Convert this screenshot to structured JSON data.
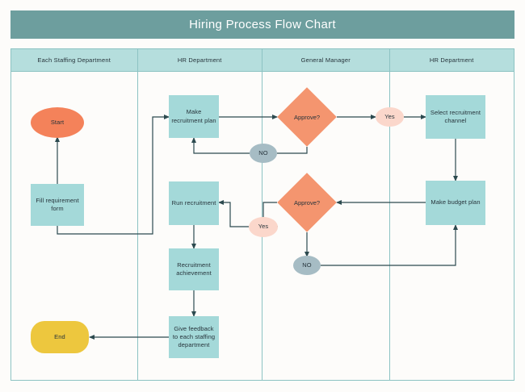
{
  "title": {
    "text": "Hiring Process Flow Chart",
    "band_color": "#6d9e9e",
    "text_color": "#ffffff"
  },
  "lanes": [
    {
      "id": "lane-staffing",
      "label": "Each Staffing Department"
    },
    {
      "id": "lane-hr-1",
      "label": "HR Department"
    },
    {
      "id": "lane-gm",
      "label": "General Manager"
    },
    {
      "id": "lane-hr-2",
      "label": "HR Department"
    }
  ],
  "palette": {
    "lane_header_fill": "#b5dedd",
    "lane_border": "#8dc3c3",
    "process_fill": "#a4d9d9",
    "start_fill": "#f4825a",
    "end_fill": "#edc73e",
    "decision_fill": "#f4956f",
    "yes_fill": "#fbd7cb",
    "no_fill": "#a6bcc4",
    "connector": "#2c4a4f",
    "canvas": "#fdfcfa",
    "label_text": "#26333a"
  },
  "nodes": [
    {
      "id": "start",
      "type": "terminator",
      "label": "Start",
      "lane": "lane-staffing"
    },
    {
      "id": "fill-form",
      "type": "process",
      "label": "Fill requirement form",
      "lane": "lane-staffing"
    },
    {
      "id": "end",
      "type": "terminator",
      "label": "End",
      "lane": "lane-staffing"
    },
    {
      "id": "make-plan",
      "type": "process",
      "label": "Make recruitment plan",
      "lane": "lane-hr-1"
    },
    {
      "id": "run-recruit",
      "type": "process",
      "label": "Run recruitment",
      "lane": "lane-hr-1"
    },
    {
      "id": "achievement",
      "type": "process",
      "label": "Recruitment achievement",
      "lane": "lane-hr-1"
    },
    {
      "id": "feedback",
      "type": "process",
      "label": "Give feedback to each staffing department",
      "lane": "lane-hr-1"
    },
    {
      "id": "approve-1",
      "type": "decision",
      "label": "Approve?",
      "lane": "lane-gm"
    },
    {
      "id": "approve-2",
      "type": "decision",
      "label": "Approve?",
      "lane": "lane-gm"
    },
    {
      "id": "no-1",
      "type": "connector-label",
      "label": "NO",
      "lane": "lane-hr-1"
    },
    {
      "id": "no-2",
      "type": "connector-label",
      "label": "NO",
      "lane": "lane-gm"
    },
    {
      "id": "yes-1",
      "type": "connector-label",
      "label": "Yes",
      "lane": "lane-gm"
    },
    {
      "id": "yes-2",
      "type": "connector-label",
      "label": "Yes",
      "lane": "lane-hr-1"
    },
    {
      "id": "select-chan",
      "type": "process",
      "label": "Select recruitment channel",
      "lane": "lane-hr-2"
    },
    {
      "id": "budget-plan",
      "type": "process",
      "label": "Make budget plan",
      "lane": "lane-hr-2"
    }
  ],
  "edges": [
    {
      "from": "fill-form",
      "to": "start"
    },
    {
      "from": "fill-form",
      "to": "make-plan"
    },
    {
      "from": "make-plan",
      "to": "approve-1"
    },
    {
      "from": "approve-1",
      "to": "select-chan",
      "label": "Yes"
    },
    {
      "from": "approve-1",
      "to": "make-plan",
      "label": "NO"
    },
    {
      "from": "select-chan",
      "to": "budget-plan"
    },
    {
      "from": "budget-plan",
      "to": "approve-2"
    },
    {
      "from": "approve-2",
      "to": "run-recruit",
      "label": "Yes"
    },
    {
      "from": "approve-2",
      "to": "budget-plan",
      "label": "NO"
    },
    {
      "from": "run-recruit",
      "to": "achievement"
    },
    {
      "from": "achievement",
      "to": "feedback"
    },
    {
      "from": "feedback",
      "to": "end"
    }
  ]
}
